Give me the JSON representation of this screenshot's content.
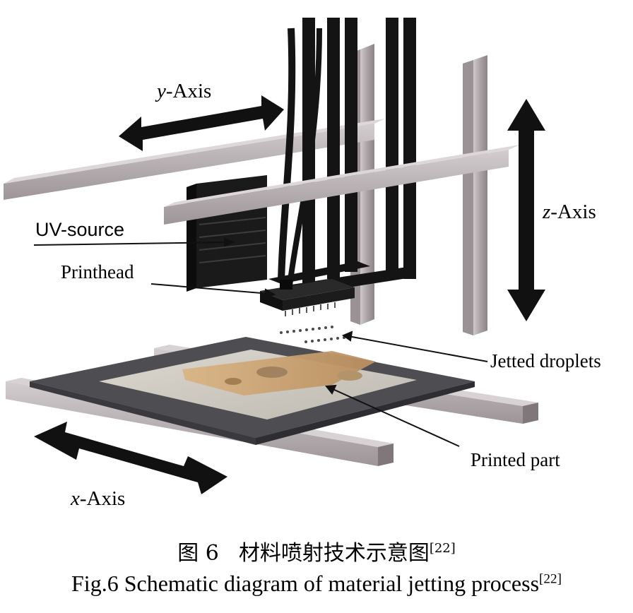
{
  "labels": {
    "y_axis_var": "y",
    "y_axis_suffix": "-Axis",
    "z_axis_var": "z",
    "z_axis_suffix": "-Axis",
    "x_axis_var": "x",
    "x_axis_suffix": "-Axis",
    "uv_source": "UV-source",
    "printhead": "Printhead",
    "jetted_droplets": "Jetted droplets",
    "printed_part": "Printed part"
  },
  "caption": {
    "cn_fig": "图 6",
    "cn_title": "材料喷射技术示意图",
    "cn_ref": "[22]",
    "en_title": "Fig.6 Schematic diagram of material jetting process",
    "en_ref": "[22]"
  },
  "colors": {
    "rail": "#b8b0b3",
    "rail_dark": "#8e8689",
    "black_frame": "#151515",
    "platform": "#5a5a5e",
    "platform_top": "#cfcbc3",
    "part": "#c8a070",
    "arrow": "#111111"
  }
}
